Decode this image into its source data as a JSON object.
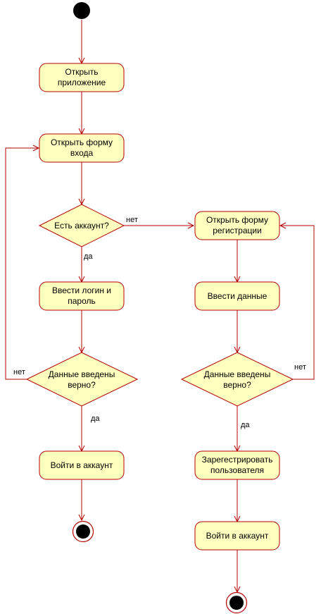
{
  "diagram": {
    "colors": {
      "node_fill": "#ffffc0",
      "node_stroke": "#b30000",
      "edge": "#b30000",
      "terminal": "#000000"
    },
    "nodes": {
      "open_app": [
        "Открыть",
        "приложение"
      ],
      "open_login": [
        "Открыть форму",
        "входа"
      ],
      "has_account": [
        "Есть аккаунт?"
      ],
      "enter_login": [
        "Ввести логин и",
        "пароль"
      ],
      "login_check": [
        "Данные введены",
        "верно?"
      ],
      "login": [
        "Войти в аккаунт"
      ],
      "open_register": [
        "Открыть форму",
        "регистрации"
      ],
      "enter_data": [
        "Ввести данные"
      ],
      "register_check": [
        "Данные введены",
        "верно?"
      ],
      "register_user": [
        "Зарегестрировать",
        "пользователя"
      ],
      "login_after_register": [
        "Войти в аккаунт"
      ]
    },
    "edge_labels": {
      "has_account_no": "нет",
      "has_account_yes": "да",
      "login_check_no": "нет",
      "login_check_yes": "да",
      "register_check_no": "нет",
      "register_check_yes": "да"
    }
  }
}
